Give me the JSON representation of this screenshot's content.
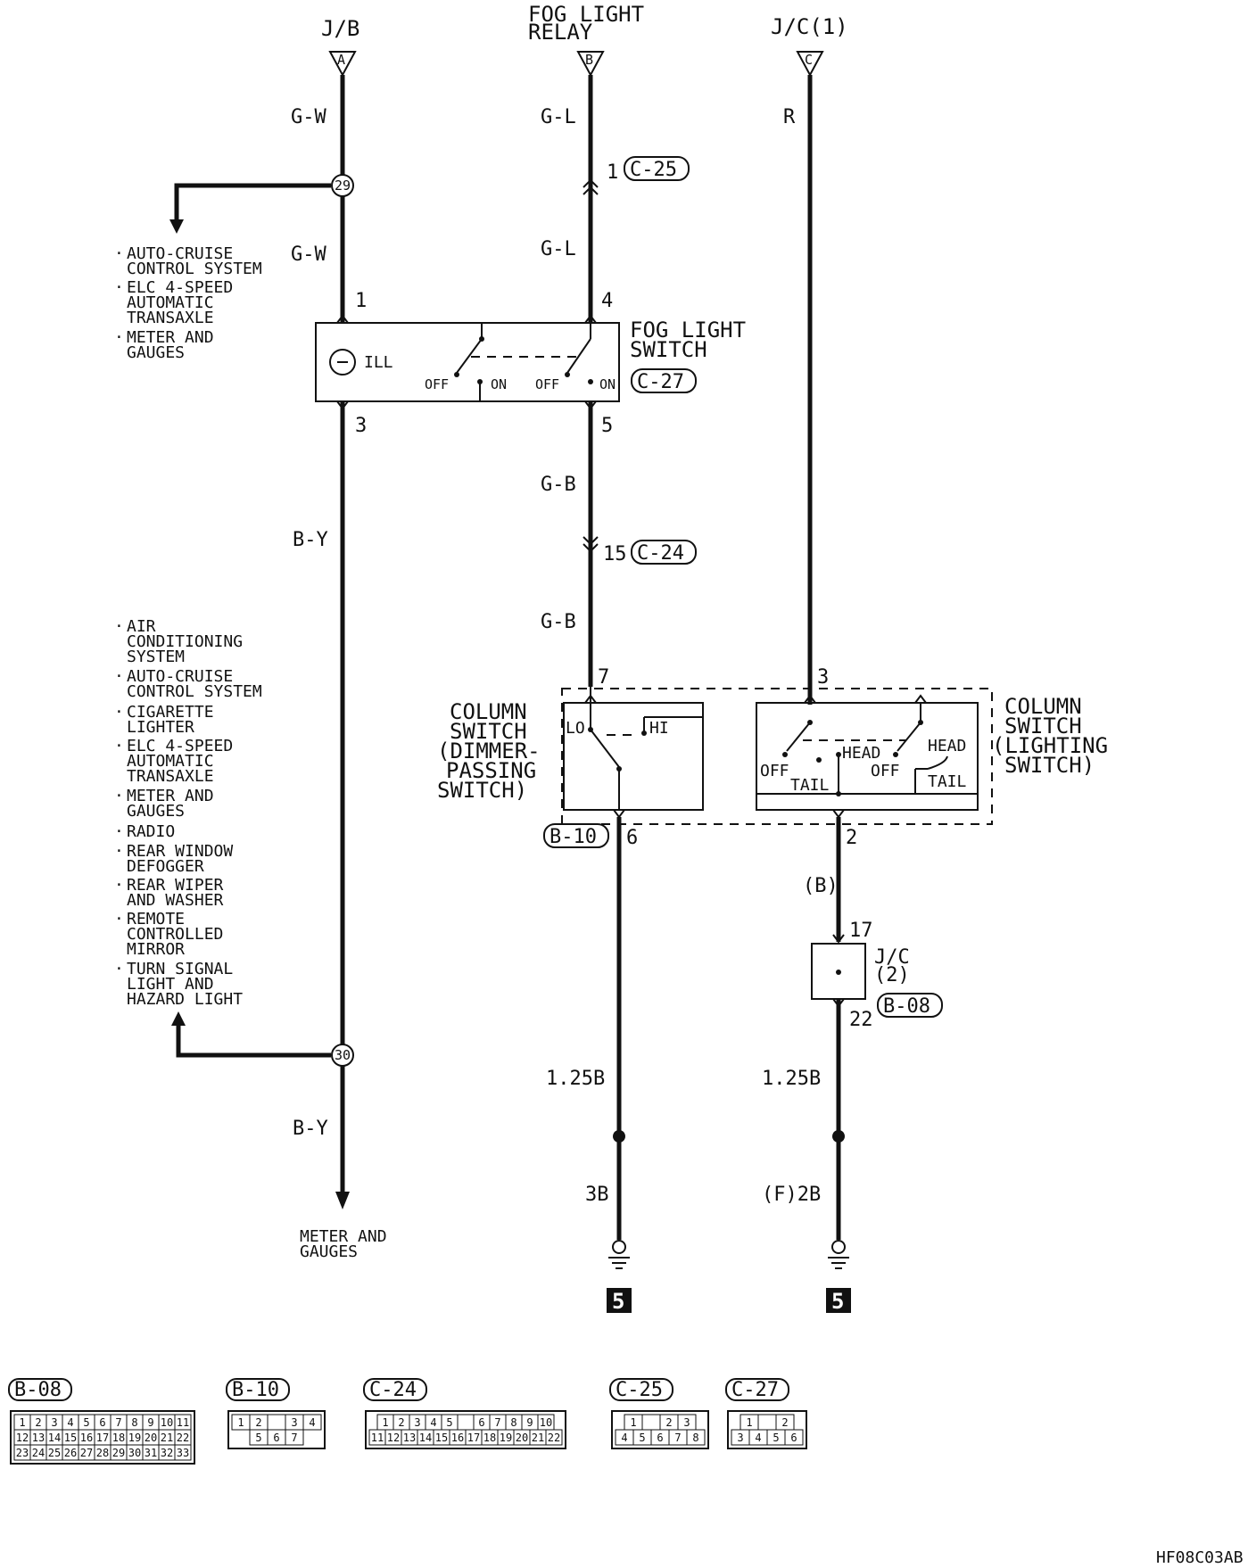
{
  "terminals": [
    {
      "letter": "A",
      "label": "J/B"
    },
    {
      "letter": "B",
      "label_line1": "FOG LIGHT",
      "label_line2": "RELAY"
    },
    {
      "letter": "C",
      "label": "J/C(1)"
    }
  ],
  "wires": {
    "a_top": "G-W",
    "a_mid": "G-W",
    "a_low": "B-Y",
    "a_bottom": "B-Y",
    "b_top": "G-L",
    "b_mid": "G-L",
    "b_low1": "G-B",
    "b_low2": "G-B",
    "c_top": "R",
    "dimmer_ground1": "1.25B",
    "dimmer_ground2": "3B",
    "light_b": "(B)",
    "light_ground1": "1.25B",
    "light_ground2": "(F)2B"
  },
  "junctions": {
    "j29": "29",
    "j30": "30"
  },
  "pins": {
    "fog_1": "1",
    "fog_4": "4",
    "fog_3": "3",
    "fog_5": "5",
    "c25_pin": "1",
    "c24_pin": "15",
    "col_7": "7",
    "col_3": "3",
    "col_6": "6",
    "col_2": "2",
    "jc_17": "17",
    "jc_22": "22"
  },
  "connectors": {
    "c25": "C-25",
    "c27": "C-27",
    "c24": "C-24",
    "b10": "B-10",
    "b08": "B-08"
  },
  "fog_switch": {
    "line1": "FOG LIGHT",
    "line2": "SWITCH",
    "ill": "ILL",
    "off": "OFF",
    "on": "ON"
  },
  "dimmer_switch": {
    "line1": "COLUMN",
    "line2": "SWITCH",
    "line3": "(DIMMER-",
    "line4": "PASSING",
    "line5": "SWITCH)",
    "lo": "LO",
    "hi": "HI"
  },
  "lighting_switch": {
    "line1": "COLUMN",
    "line2": "SWITCH",
    "line3": "(LIGHTING",
    "line4": "SWITCH)",
    "off": "OFF",
    "tail": "TAIL",
    "head": "HEAD"
  },
  "jc2": {
    "line1": "J/C",
    "line2": "(2)"
  },
  "notes_top": [
    [
      "AUTO-CRUISE",
      "CONTROL SYSTEM"
    ],
    [
      "ELC 4-SPEED",
      "AUTOMATIC",
      "TRANSAXLE"
    ],
    [
      "METER AND",
      "GAUGES"
    ]
  ],
  "notes_bottom": [
    [
      "AIR",
      "CONDITIONING",
      "SYSTEM"
    ],
    [
      "AUTO-CRUISE",
      "CONTROL SYSTEM"
    ],
    [
      "CIGARETTE",
      "LIGHTER"
    ],
    [
      "ELC 4-SPEED",
      "AUTOMATIC",
      "TRANSAXLE"
    ],
    [
      "METER AND",
      "GAUGES"
    ],
    [
      "RADIO"
    ],
    [
      "REAR WINDOW",
      "DEFOGGER"
    ],
    [
      "REAR WIPER",
      "AND WASHER"
    ],
    [
      "REMOTE",
      "CONTROLLED",
      "MIRROR"
    ],
    [
      "TURN SIGNAL",
      "LIGHT AND",
      "HAZARD LIGHT"
    ]
  ],
  "meter_note": [
    "METER AND",
    "GAUGES"
  ],
  "ground_number": "5",
  "connector_views": [
    {
      "name": "B-08",
      "rows": [
        [
          "1",
          "2",
          "3",
          "4",
          "5",
          "6",
          "7",
          "8",
          "9",
          "10",
          "11"
        ],
        [
          "12",
          "13",
          "14",
          "15",
          "16",
          "17",
          "18",
          "19",
          "20",
          "21",
          "22"
        ],
        [
          "23",
          "24",
          "25",
          "26",
          "27",
          "28",
          "29",
          "30",
          "31",
          "32",
          "33"
        ]
      ]
    },
    {
      "name": "B-10",
      "rows": [
        [
          "1",
          "2",
          "",
          "3",
          "4"
        ],
        [
          "5",
          "6",
          "7"
        ]
      ]
    },
    {
      "name": "C-24",
      "rows": [
        [
          "1",
          "2",
          "3",
          "4",
          "5",
          "",
          "6",
          "7",
          "8",
          "9",
          "10"
        ],
        [
          "11",
          "12",
          "13",
          "14",
          "15",
          "16",
          "17",
          "18",
          "19",
          "20",
          "21",
          "22"
        ]
      ]
    },
    {
      "name": "C-25",
      "rows": [
        [
          "1",
          "",
          "2",
          "3"
        ],
        [
          "4",
          "5",
          "6",
          "7",
          "8"
        ]
      ]
    },
    {
      "name": "C-27",
      "rows": [
        [
          "1",
          "",
          "2"
        ],
        [
          "3",
          "4",
          "5",
          "6"
        ]
      ]
    }
  ],
  "drawing_code": "HF08C03AB"
}
